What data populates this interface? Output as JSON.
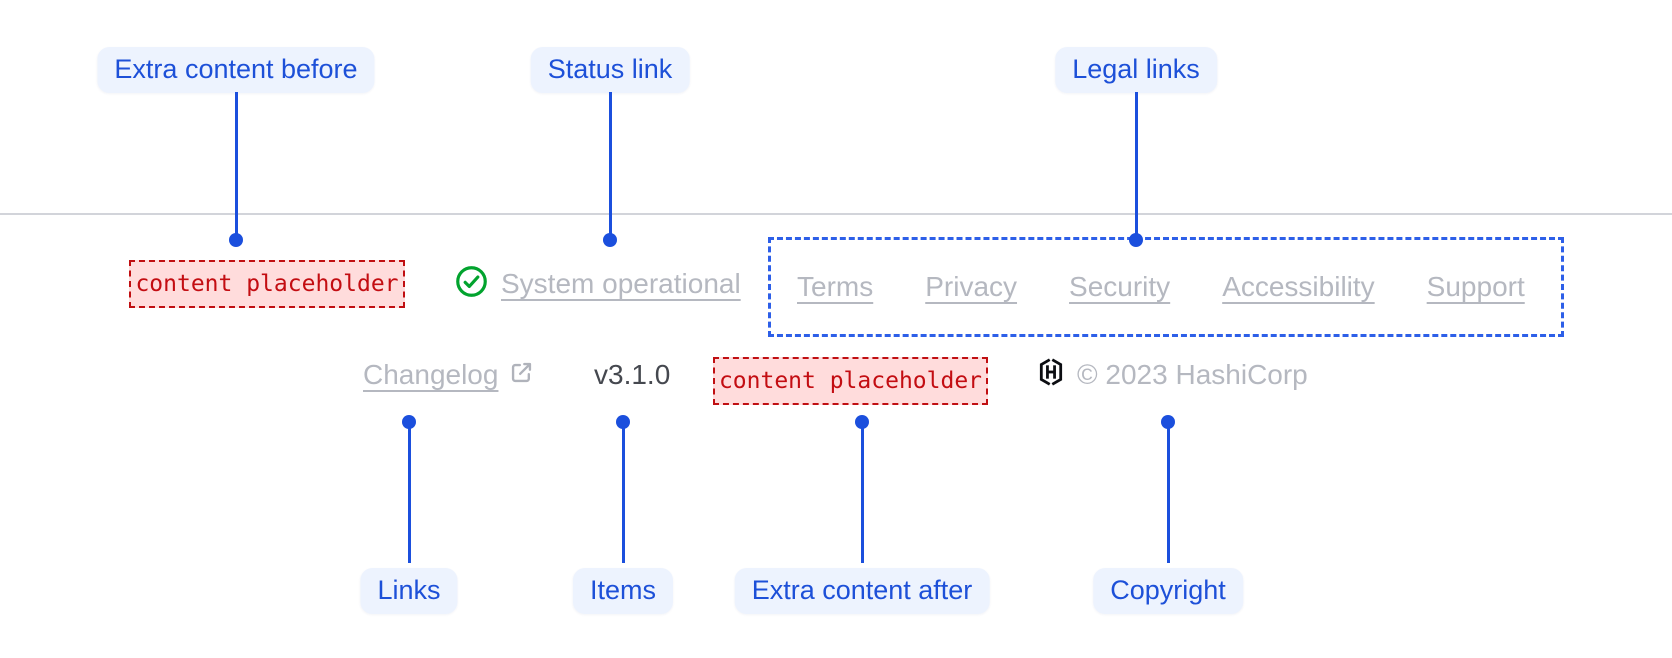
{
  "diagram": {
    "annotations_top": [
      {
        "label": "Extra content before"
      },
      {
        "label": "Status link"
      },
      {
        "label": "Legal links"
      }
    ],
    "annotations_bottom": [
      {
        "label": "Links"
      },
      {
        "label": "Items"
      },
      {
        "label": "Extra content after"
      },
      {
        "label": "Copyright"
      }
    ]
  },
  "footer": {
    "extra_content_before": "content placeholder",
    "status_link": "System operational",
    "legal_links": [
      {
        "label": "Terms"
      },
      {
        "label": "Privacy"
      },
      {
        "label": "Security"
      },
      {
        "label": "Accessibility"
      },
      {
        "label": "Support"
      }
    ],
    "changelog_link": "Changelog",
    "version": "v3.1.0",
    "extra_content_after": "content placeholder",
    "copyright": "© 2023 HashiCorp"
  },
  "icons": {
    "status": "check-circle-icon",
    "changelog": "external-link-icon",
    "brand": "hashicorp-logo-icon"
  },
  "colors": {
    "annotation_blue": "#1d50d8",
    "annotation_pill_bg": "#edf3fe",
    "muted_link_gray": "#b5b8c0",
    "version_gray": "#45484f",
    "placeholder_red_text": "#c30d12",
    "placeholder_red_border": "#c00f12",
    "placeholder_pink_bg": "#ffdcdc",
    "legal_outline_blue": "#2d5fe8",
    "status_green": "#02a32e",
    "divider_gray": "#d2d4da",
    "logo_black": "#0c0e12"
  }
}
